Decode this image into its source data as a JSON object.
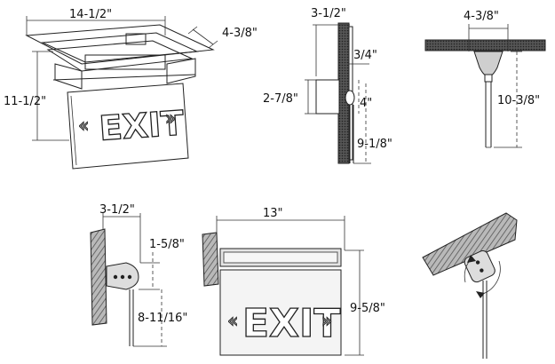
{
  "views": {
    "recessed_mount": {
      "width": "14-1/2\"",
      "depth": "4-3/8\"",
      "height": "11-1/2\"",
      "sign_text": "EXIT"
    },
    "recessed_side": {
      "depth": "3-1/2\"",
      "trim": "3/4\"",
      "housing": "2-7/8\"",
      "offset": "4\"",
      "panel_height": "9-1/8\""
    },
    "ceiling_mount": {
      "canopy_width": "4-3/8\"",
      "drop": "10-3/8\""
    },
    "surface_side": {
      "depth": "3-1/2\"",
      "canopy": "1-5/8\"",
      "panel_height": "8-11/16\""
    },
    "surface_front": {
      "width": "13\"",
      "height": "9-5/8\"",
      "sign_text": "EXIT"
    }
  },
  "colors": {
    "line": "#222222",
    "wall": "#8a8a8a",
    "dark": "#333333"
  }
}
